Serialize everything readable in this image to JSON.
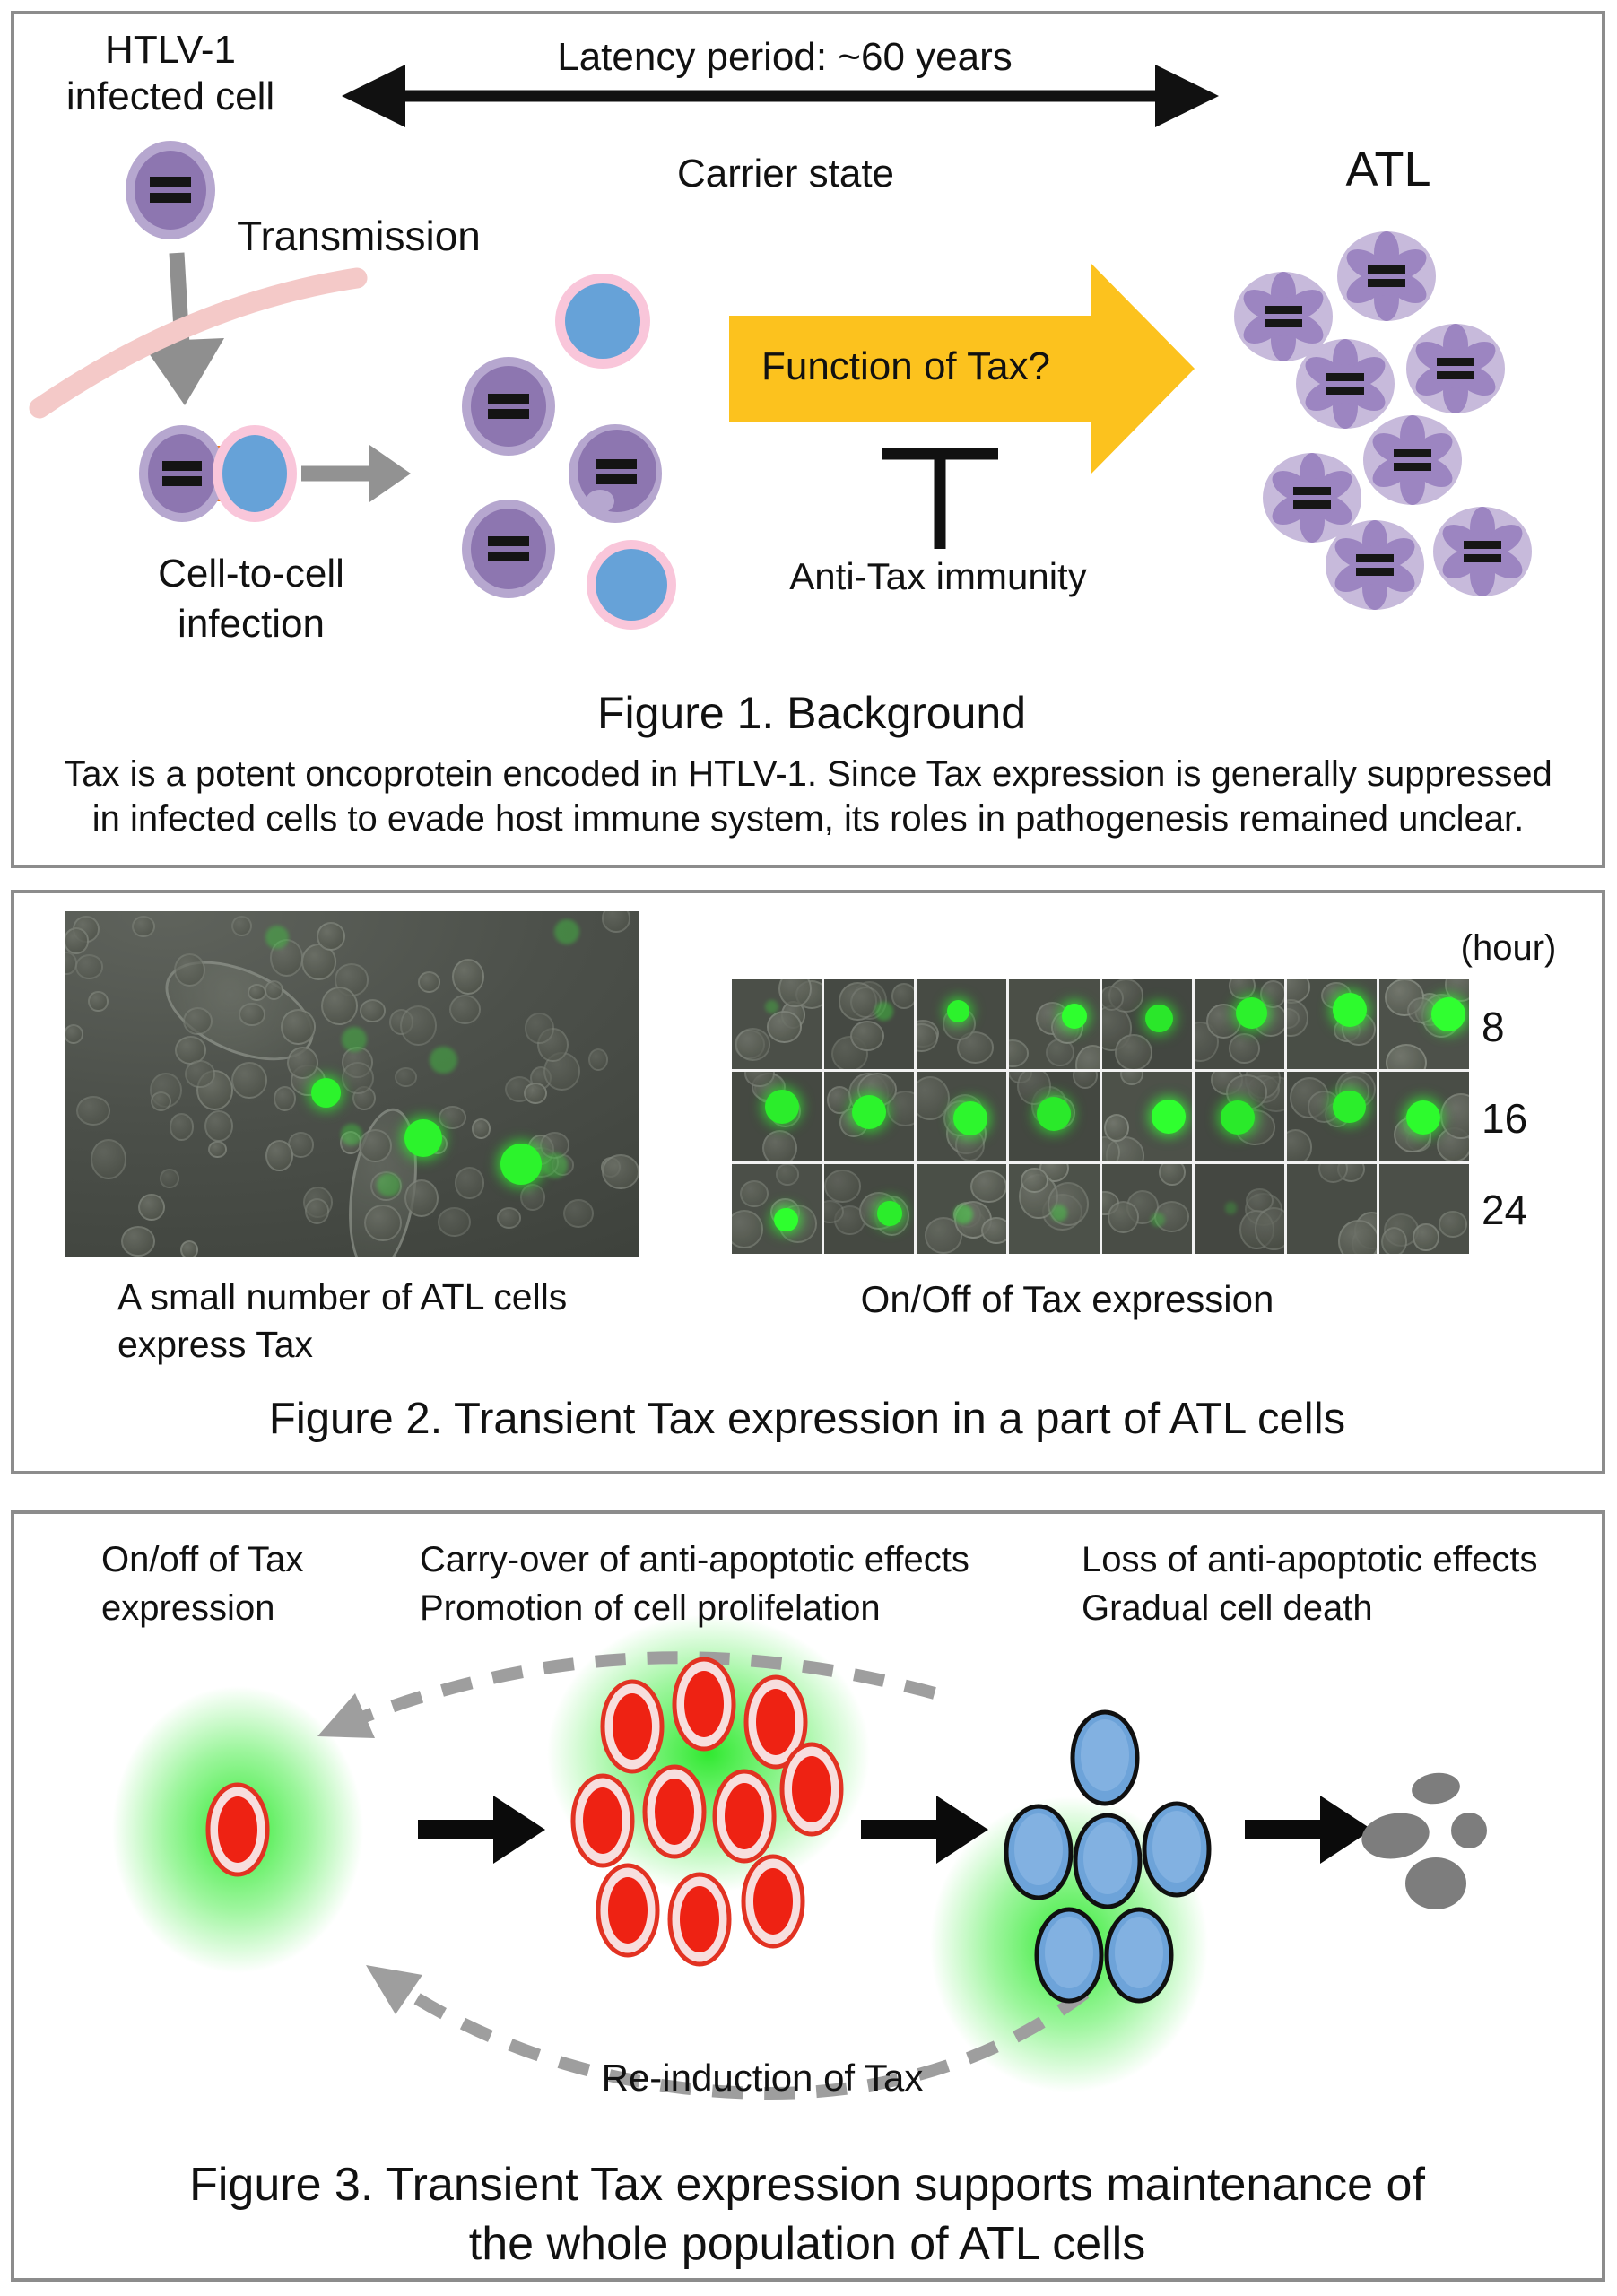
{
  "panel1": {
    "infected_cell_line1": "HTLV-1",
    "infected_cell_line2": "infected cell",
    "latency_label": "Latency period: ~60 years",
    "carrier_label": "Carrier state",
    "atl_label": "ATL",
    "transmission_label": "Transmission",
    "cell_to_cell_line1": "Cell-to-cell",
    "cell_to_cell_line2": "infection",
    "function_label": "Function of Tax?",
    "immunity_label": "Anti-Tax immunity",
    "caption": "Figure 1. Background",
    "body_line1": "Tax is a potent oncoprotein encoded in HTLV-1. Since Tax expression is generally suppressed",
    "body_line2": "in infected cells to evade host immune system, its roles in pathogenesis remained unclear."
  },
  "panel2": {
    "hour_label": "(hour)",
    "row_labels": [
      "8",
      "16",
      "24"
    ],
    "timelapse_green": [
      [
        0.12,
        0.35,
        0.5,
        0.62,
        0.75,
        0.9,
        1,
        1
      ],
      [
        1,
        1,
        1,
        1,
        1,
        1,
        0.95,
        1
      ],
      [
        0.55,
        0.6,
        0.4,
        0.25,
        0.15,
        0.06,
        0,
        0
      ]
    ],
    "micrograph_bright_green": [
      [
        0.455,
        0.525,
        15
      ],
      [
        0.625,
        0.655,
        19
      ],
      [
        0.795,
        0.73,
        21
      ]
    ],
    "micrograph_faint_green": [
      [
        0.37,
        0.075,
        12
      ],
      [
        0.875,
        0.06,
        13
      ],
      [
        0.505,
        0.37,
        13
      ],
      [
        0.66,
        0.43,
        14
      ],
      [
        0.5,
        0.645,
        11
      ],
      [
        0.855,
        0.735,
        13
      ],
      [
        0.565,
        0.79,
        12
      ]
    ],
    "left_caption_line1": "A small number of ATL cells",
    "left_caption_line2": "express Tax",
    "right_caption": "On/Off of Tax expression",
    "caption": "Figure 2. Transient Tax expression in a part of ATL cells"
  },
  "panel3": {
    "label_onoff_line1": "On/off of Tax",
    "label_onoff_line2": "expression",
    "label_carryover_line1": "Carry-over of anti-apoptotic effects",
    "label_carryover_line2": "Promotion of cell prolifelation",
    "label_loss_line1": "Loss of anti-apoptotic effects",
    "label_loss_line2": "Gradual cell death",
    "reinduction_label": "Re-induction of Tax",
    "caption_line1": "Figure 3. Transient Tax expression supports maintenance of",
    "caption_line2": "the whole population of ATL cells"
  },
  "colors": {
    "cell_purple_outer": "#b6a7cf",
    "cell_purple_inner": "#8d76b0",
    "atl_cell_outer": "#c7badb",
    "atl_cell_flower": "#9c85c1",
    "uninfected_blue": "#66a2d8",
    "uninfected_rim_pink": "#f9c6da",
    "connector_orange": "#ef7d23",
    "arrow_gray": "#8f8f8f",
    "skin_pink": "#f4c9c8",
    "tax_arrow_yellow": "#fcc21e",
    "tax_green": "#2be32b",
    "tax_cell_red": "#ee2213",
    "dying_cell_blue": "#6da3d9",
    "debris_gray": "#7d7d7d"
  }
}
